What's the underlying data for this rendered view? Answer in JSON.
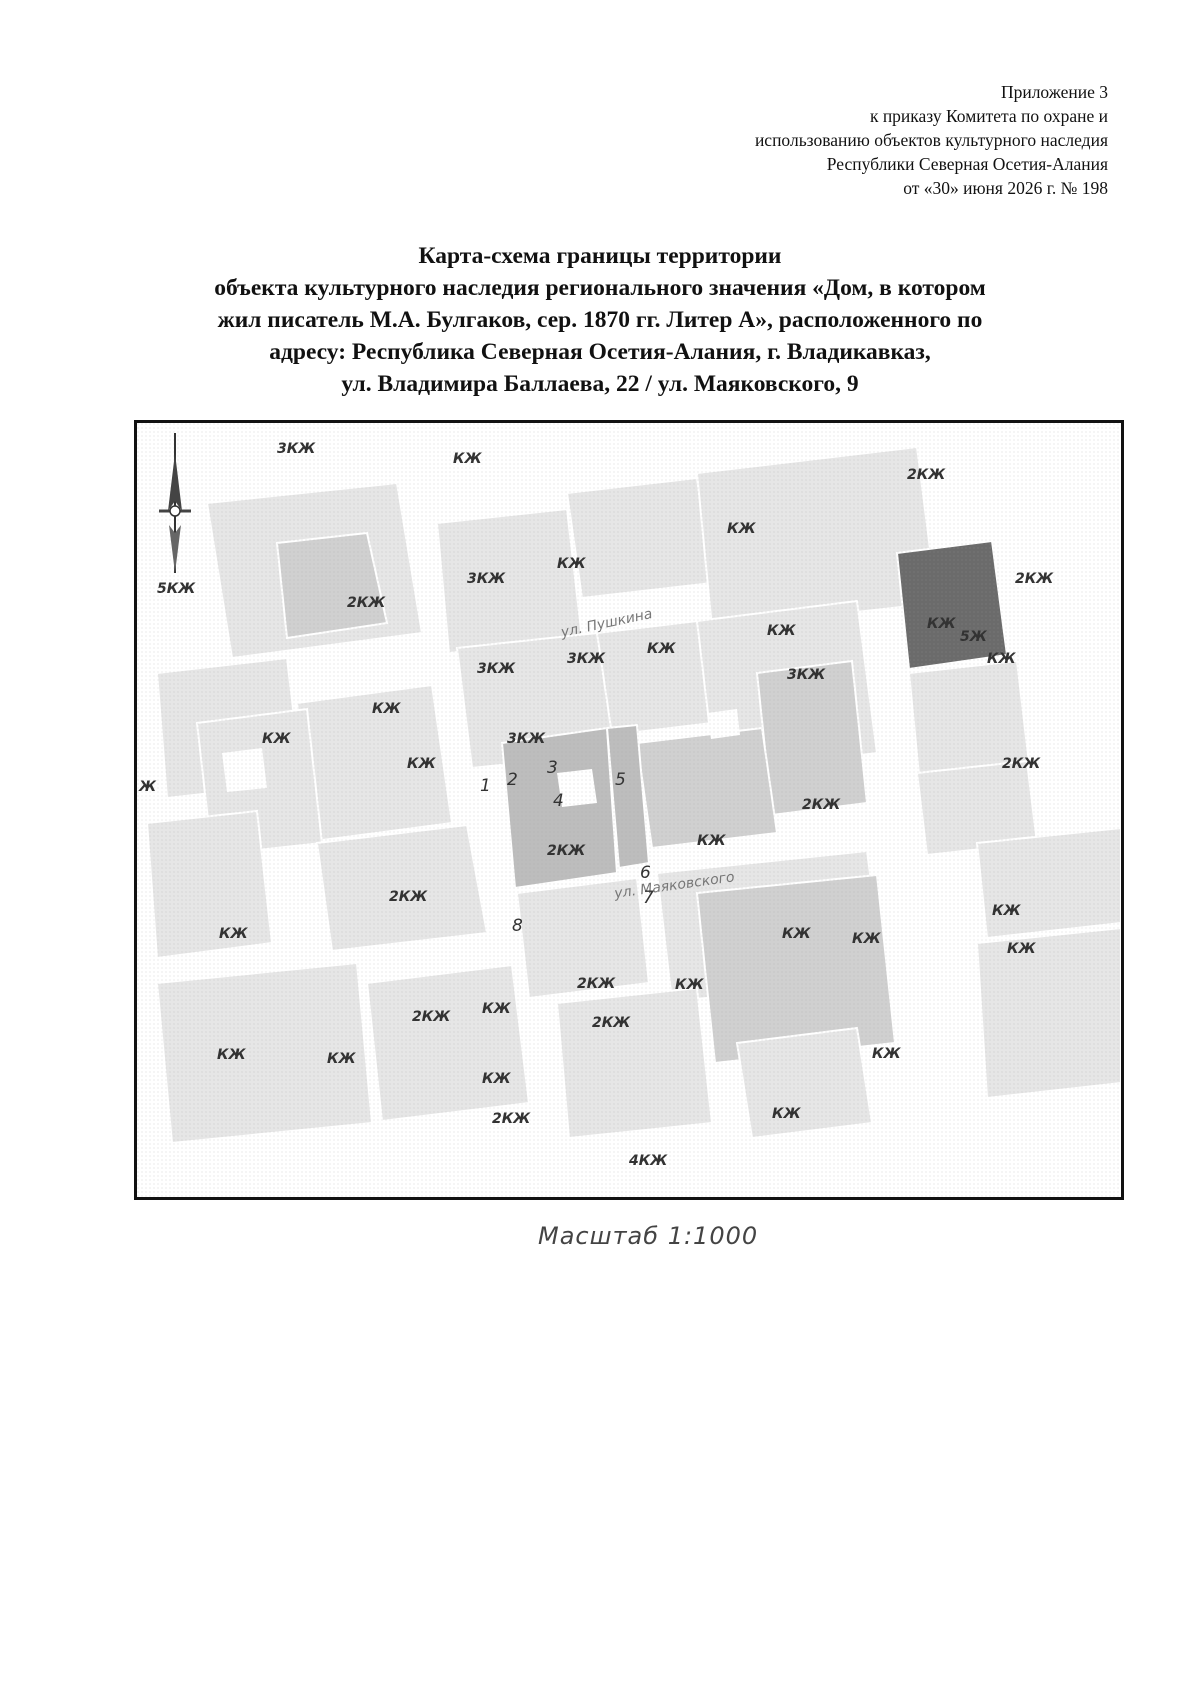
{
  "appendix": {
    "lines": [
      "Приложение 3",
      "к приказу Комитета по охране и",
      "использованию объектов культурного наследия",
      "Республики Северная Осетия-Алания",
      "от «30» июня 2026 г. № 198"
    ]
  },
  "title": {
    "lines": [
      "Карта-схема границы территории",
      "объекта культурного наследия регионального значения «Дом, в котором",
      "жил писатель М.А. Булгаков, сер. 1870 гг. Литер А», расположенного по",
      "адресу: Республика Северная Осетия-Алания, г. Владикавказ,",
      "ул. Владимира Баллаева, 22 / ул. Маяковского, 9"
    ]
  },
  "map": {
    "colors": {
      "building_light": "#e6e6e6",
      "building_mid": "#d0d0d0",
      "building_site": "#bdbdbd",
      "building_dark": "#6b6b6b",
      "text": "#333333"
    },
    "streets": [
      "ул. Пушкина",
      "ул. Маяковского"
    ],
    "building_labels": [
      "3КЖ",
      "КЖ",
      "2КЖ",
      "КЖ",
      "3КЖ",
      "КЖ",
      "5КЖ",
      "2КЖ",
      "2КЖ",
      "КЖ",
      "3КЖ",
      "3КЖ",
      "КЖ",
      "КЖ",
      "3КЖ",
      "КЖ",
      "3КЖ",
      "КЖ",
      "КЖ",
      "2КЖ",
      "Ж",
      "2КЖ",
      "КЖ",
      "2КЖ",
      "2КЖ",
      "КЖ",
      "КЖ",
      "КЖ",
      "КЖ",
      "КЖ",
      "2КЖ",
      "КЖ",
      "2КЖ",
      "2КЖ",
      "КЖ",
      "КЖ",
      "КЖ",
      "КЖ",
      "КЖ",
      "2КЖ",
      "4КЖ",
      "КЖ",
      "КЖ",
      "5Ж"
    ],
    "point_labels": [
      "1",
      "2",
      "3",
      "4",
      "5",
      "6",
      "7",
      "8"
    ]
  },
  "scale": {
    "text": "Масштаб 1:1000"
  }
}
